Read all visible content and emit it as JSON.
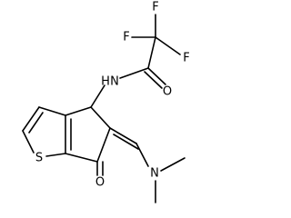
{
  "molecule": {
    "atoms": {
      "f_top": "F",
      "f_left": "F",
      "f_right": "F",
      "n_amide": "N",
      "h_amide": "H",
      "o_amide": "O",
      "s_ring": "S",
      "o_ketone": "O",
      "n_amine": "N"
    }
  },
  "colors": {
    "bond": "#000000",
    "background": "#ffffff"
  }
}
